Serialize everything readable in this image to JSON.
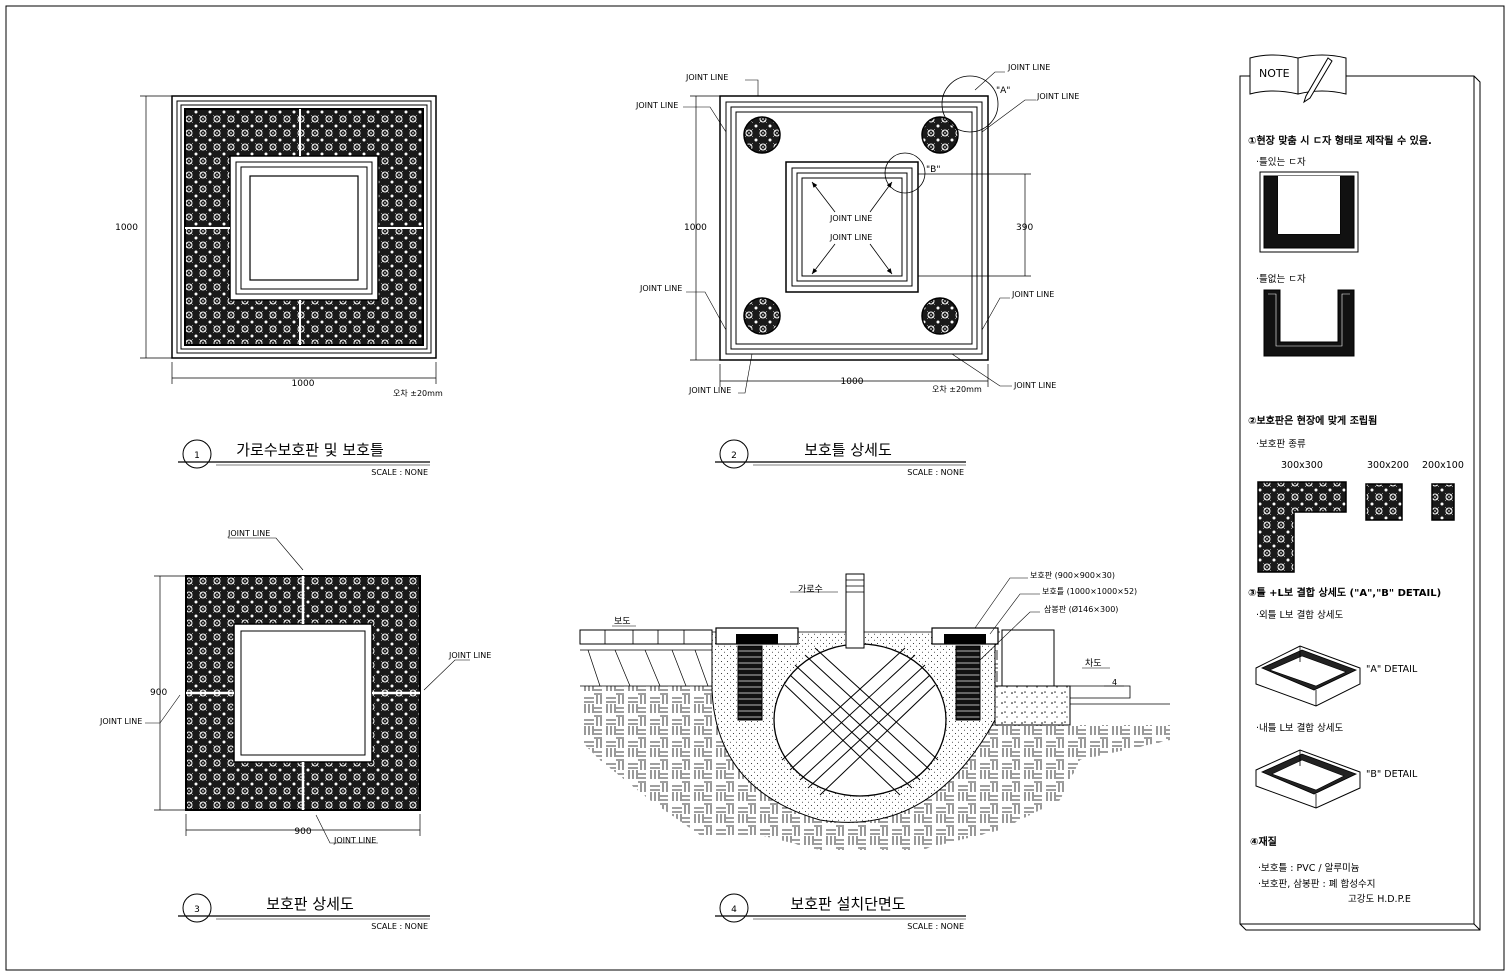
{
  "panels": {
    "p1": {
      "number": "1",
      "title": "가로수보호판 및 보호틀",
      "scale": "SCALE : NONE",
      "dim_h": "1000",
      "dim_v": "1000",
      "tolerance": "오차 ±20mm"
    },
    "p2": {
      "number": "2",
      "title": "보호틀 상세도",
      "scale": "SCALE : NONE",
      "dim_h": "1000",
      "dim_v": "1000",
      "dim_inner": "390",
      "tolerance": "오차 ±20mm",
      "callout_a": "\"A\"",
      "callout_b": "\"B\"",
      "joint_label": "JOINT LINE"
    },
    "p3": {
      "number": "3",
      "title": "보호판 상세도",
      "scale": "SCALE : NONE",
      "dim_h": "900",
      "dim_v": "900",
      "joint_label": "JOINT LINE"
    },
    "p4": {
      "number": "4",
      "title": "보호판 설치단면도",
      "scale": "SCALE : NONE",
      "tree": "가로수",
      "sidewalk": "보도",
      "roadway": "차도",
      "label_plate": "보호판 (900×900×30)",
      "label_frame": "보호틀 (1000×1000×52)",
      "label_pile": "삼봉판 (Ø146×300)",
      "slope": "4"
    }
  },
  "note": {
    "title": "NOTE",
    "item1": "①현장 맞춤 시 ㄷ자 형태로 제작될 수 있음.",
    "item1a": "·틀있는 ㄷ자",
    "item1b": "·틀없는 ㄷ자",
    "item2": "②보호판은 현장에 맞게 조립됨",
    "item2a": "·보호판 종류",
    "size1": "300x300",
    "size2": "300x200",
    "size3": "200x100",
    "item3": "③틀 +L보 결합 상세도 (\"A\",\"B\" DETAIL)",
    "item3a": "·외틀 L보 결합 상세도",
    "detail_a": "\"A\" DETAIL",
    "item3b": "·내틀 L보 결합 상세도",
    "detail_b": "\"B\" DETAIL",
    "item4": "④재질",
    "mat1": "·보호틀 : PVC / 알루미늄",
    "mat2": "·보호판, 삼봉판 : 폐 합성수지",
    "mat3": "고강도 H.D.P.E"
  }
}
